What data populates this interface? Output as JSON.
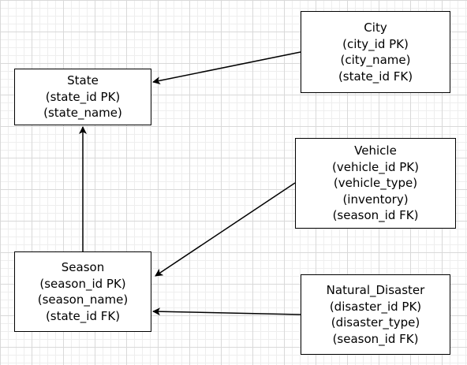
{
  "entities": {
    "city": {
      "title": "City",
      "fields": [
        "(city_id PK)",
        "(city_name)",
        "(state_id FK)"
      ]
    },
    "state": {
      "title": "State",
      "fields": [
        "(state_id PK)",
        "(state_name)"
      ]
    },
    "vehicle": {
      "title": "Vehicle",
      "fields": [
        "(vehicle_id PK)",
        "(vehicle_type)",
        "(inventory)",
        "(season_id FK)"
      ]
    },
    "season": {
      "title": "Season",
      "fields": [
        "(season_id PK)",
        "(season_name)",
        "(state_id FK)"
      ]
    },
    "disaster": {
      "title": "Natural_Disaster",
      "fields": [
        "(disaster_id PK)",
        "(disaster_type)",
        "(season_id FK)"
      ]
    }
  },
  "relationships": [
    {
      "from": "City",
      "to": "State"
    },
    {
      "from": "Season",
      "to": "State"
    },
    {
      "from": "Vehicle",
      "to": "Season"
    },
    {
      "from": "Natural_Disaster",
      "to": "Season"
    }
  ],
  "colors": {
    "background": "#ffffff",
    "grid_major": "#d9d9d9",
    "grid_minor": "#eeeeee",
    "stroke": "#000000"
  }
}
